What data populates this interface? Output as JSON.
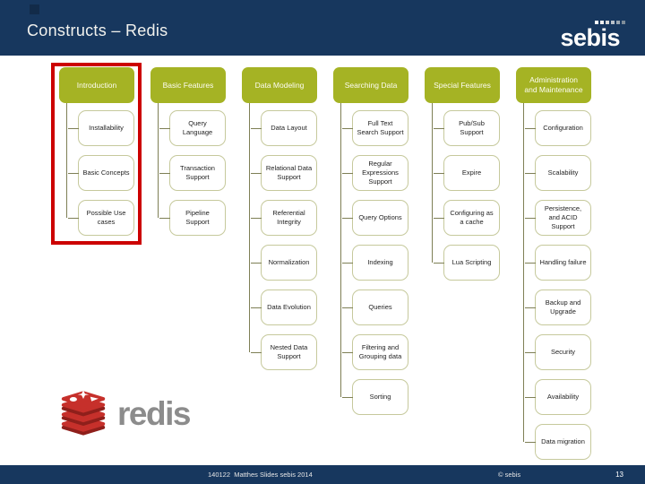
{
  "slide": {
    "title": "Constructs – Redis",
    "brand": "sebis",
    "redis_wordmark": "redis",
    "footer_left": "140122  Matthes Slides sebis 2014",
    "footer_copyright": "© sebis",
    "page_number": "13"
  },
  "colors": {
    "navy": "#17375e",
    "navy_dark": "#122b49",
    "green": "#a5b324",
    "box_border": "#c6c99c",
    "connector": "#7e7f55",
    "red": "#cc0000",
    "redis_red": "#c6302b",
    "redis_dark": "#8f1f1b",
    "wordmark_gray": "#8c8c8c",
    "footer_text": "#e6e6e6"
  },
  "sebis_dots": [
    "#ffffff",
    "#f0f0f0",
    "#d8d8d8",
    "#b9c1c9",
    "#9aa6b1",
    "#7e8c99"
  ],
  "columns": [
    {
      "header": "Introduction",
      "highlighted": true,
      "items": [
        "Installability",
        "Basic Concepts",
        "Possible Use cases"
      ]
    },
    {
      "header": "Basic Features",
      "highlighted": false,
      "items": [
        "Query Language",
        "Transaction Support",
        "Pipeline Support"
      ]
    },
    {
      "header": "Data Modeling",
      "highlighted": false,
      "items": [
        "Data Layout",
        "Relational Data Support",
        "Referential Integrity",
        "Normalization",
        "Data Evolution",
        "Nested Data Support"
      ]
    },
    {
      "header": "Searching Data",
      "highlighted": false,
      "items": [
        "Full Text Search Support",
        "Regular Expressions Support",
        "Query Options",
        "Indexing",
        "Queries",
        "Filtering and Grouping data",
        "Sorting"
      ]
    },
    {
      "header": "Special Features",
      "highlighted": false,
      "items": [
        "Pub/Sub Support",
        "Expire",
        "Configuring as a cache",
        "Lua Scripting"
      ]
    },
    {
      "header": "Administration and Maintenance",
      "highlighted": false,
      "items": [
        "Configuration",
        "Scalability",
        "Persistence, and ACID Support",
        "Handling failure",
        "Backup and Upgrade",
        "Security",
        "Availability",
        "Data migration"
      ]
    }
  ]
}
